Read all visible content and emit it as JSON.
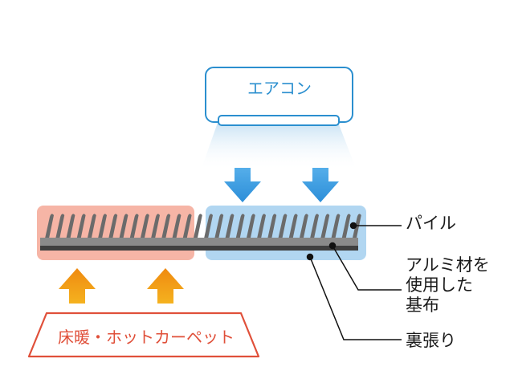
{
  "aircon": {
    "label": "エアコン"
  },
  "floor_heating": {
    "label": "床暖・ホットカーペット"
  },
  "callouts": {
    "pile": "パイル",
    "base": [
      "アルミ材を",
      "使用した",
      "基布"
    ],
    "backing": "裏張り"
  },
  "colors": {
    "cool": "#2b8fcf",
    "cool_glow": "#a9d2ef",
    "warm": "#e0503a",
    "warm_glow": "#f4a896",
    "arrow_up": "#f39a16",
    "arrow_down": "#3a9be0",
    "pile": "#6b6b6b",
    "base": "#4d4d4d"
  }
}
